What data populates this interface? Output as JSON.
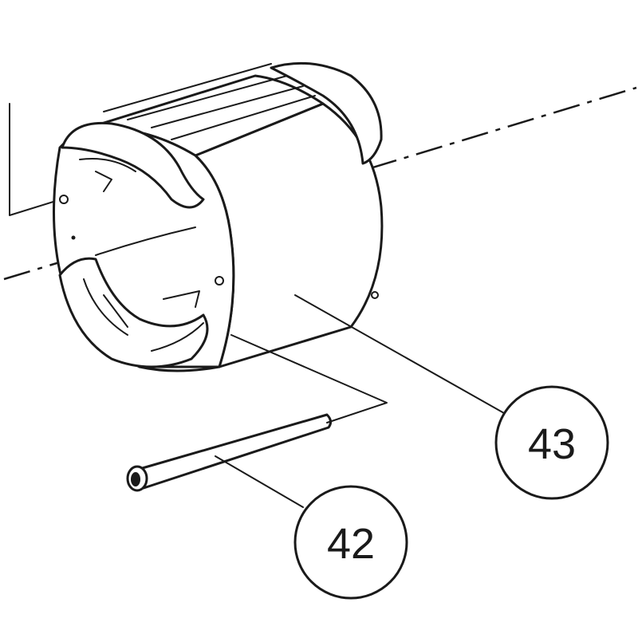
{
  "callouts": [
    {
      "id": "43",
      "label": "43"
    },
    {
      "id": "42",
      "label": "42"
    }
  ],
  "colors": {
    "line": "#1a1a1a",
    "background": "#ffffff"
  }
}
